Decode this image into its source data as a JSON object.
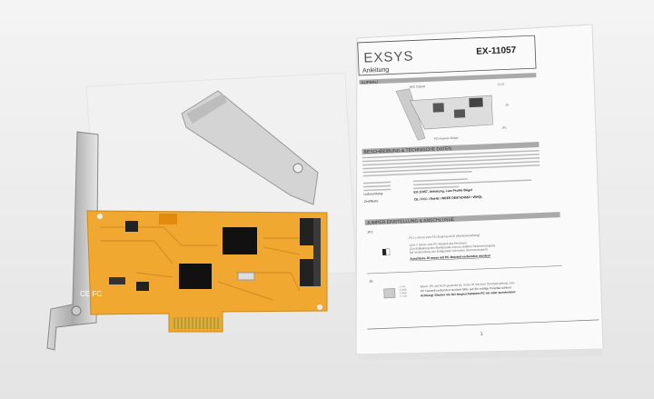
{
  "manual": {
    "brand": "EXSYS",
    "model": "EX-11057",
    "subtitle": "Anleitung",
    "section_setup": "AUFBAU",
    "diagram_labels": {
      "chipset": "NEC Chipset",
      "ports": "J1-J4",
      "j6": "J6",
      "jp1": "JP1",
      "bridge": "PCI-Express Bridge"
    },
    "section_desc": "BESCHREIBUNG & TECHNISCHE DATEN",
    "specs": [
      {
        "label": "Lieferumfang:",
        "value": "EX-11057, Anleitung, Low Profile Bügel"
      },
      {
        "label": "Zertifikate:",
        "value": "CE / FCC / RoHS / WEEE DE97424562 / WHQL"
      }
    ],
    "section_jumper": "JUMPER EINSTELLUNG & ANSCHLÜSSE",
    "jp1_label": "JP1:",
    "jp1_lines": [
      "PCI = Strom vom PCI-Express BUS (Werkseinstellung)",
      "AUX = Strom vom PC-Netzteil des Rechners",
      "(Zur Entlastung des Mainboards und zur stabilen Stromversorgung",
      "bei Verwendung von Endgeräten mit hohen Stromverbrauch)"
    ],
    "jp1_warning": "Anschluss J6 muss mit PC-Netzteil verbunden werden!",
    "j6_label": "J6:",
    "j6_pins": [
      "1 +5V",
      "2 GND",
      "3 GND",
      "4 +12V"
    ],
    "j6_lines": [
      "Wenn JP1 auf AUX gesteckt ist, muss J6 mit dem Stromanschluss vom",
      "PC Netzteil verbunden werden! Bitte auf die richtige Polarität achten!",
      "Achtung! Stecker nie bei eingeschaltetem PC ein oder ausstecken!"
    ],
    "page_number": "1"
  },
  "card": {
    "marking": "CE FC"
  },
  "colors": {
    "pcb": "#f0a830",
    "paper": "#fafafa",
    "background": "#ededed"
  }
}
